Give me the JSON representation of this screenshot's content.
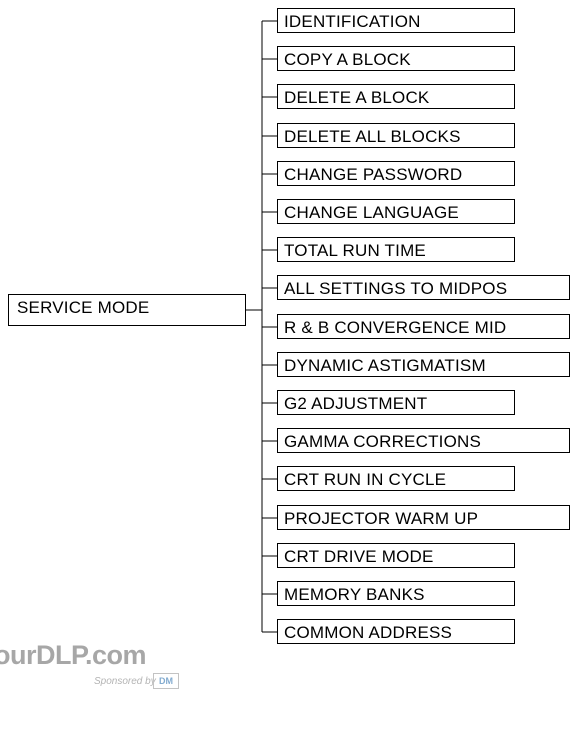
{
  "root": {
    "label": "SERVICE MODE"
  },
  "items": [
    "IDENTIFICATION",
    "COPY A BLOCK",
    "DELETE A BLOCK",
    "DELETE ALL BLOCKS",
    "CHANGE  PASSWORD",
    "CHANGE  LANGUAGE",
    "TOTAL RUN TIME",
    "ALL SETTINGS TO MIDPOS",
    "R & B CONVERGENCE MID",
    "DYNAMIC  ASTIGMATISM",
    "G2  ADJUSTMENT",
    "GAMMA  CORRECTIONS",
    "CRT RUN IN CYCLE",
    "PROJECTOR  WARM  UP",
    "CRT DRIVE MODE",
    "MEMORY BANKS",
    "COMMON  ADDRESS"
  ],
  "watermark": {
    "text": "ourDLP.com",
    "sponsor": "Sponsored by",
    "logo": "DM"
  }
}
